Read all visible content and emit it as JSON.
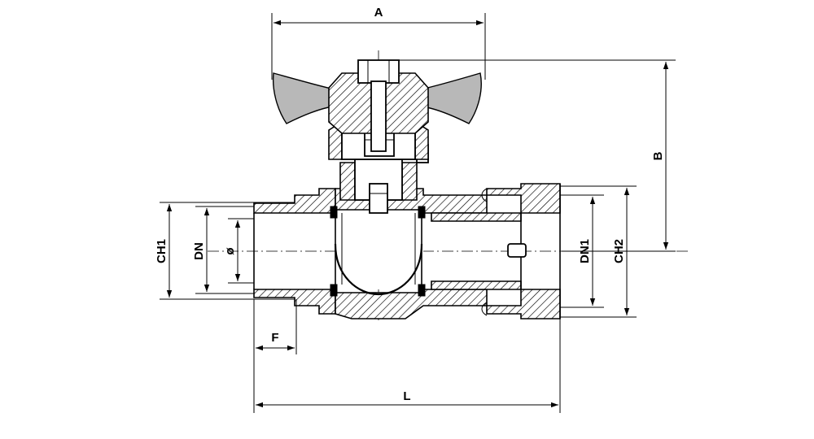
{
  "dimensions": {
    "A": "A",
    "B": "B",
    "CH1": "CH1",
    "DN": "DN",
    "phi": "ø",
    "DN1": "DN1",
    "CH2": "CH2",
    "F": "F",
    "L": "L"
  }
}
